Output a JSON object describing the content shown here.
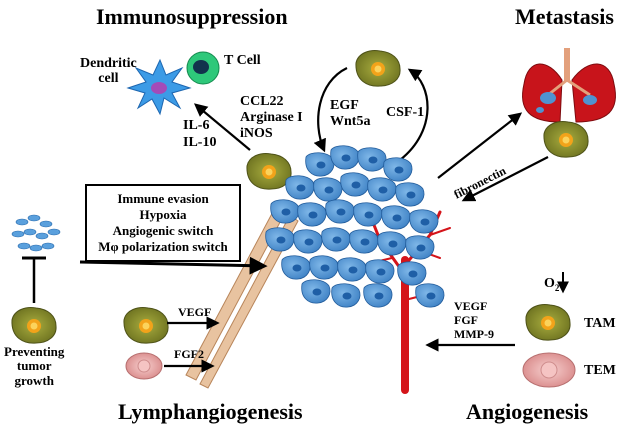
{
  "headings": {
    "top_left": "Immunosuppression",
    "top_right": "Metastasis",
    "bottom_left": "Lymphangiogenesis",
    "bottom_right": "Angiogenesis"
  },
  "cells": {
    "dendritic": "Dendritic\ncell",
    "t_cell": "T Cell",
    "tam": "TAM",
    "tem": "TEM"
  },
  "factors": {
    "immunosuppression": [
      "CCL22",
      "Arginase I",
      "iNOS"
    ],
    "interleukins": [
      "IL-6",
      "IL-10"
    ],
    "tumor_in": [
      "EGF",
      "Wnt5a"
    ],
    "tumor_out": "CSF-1",
    "metastasis": "fibronectin",
    "lymph_vegf": "VEGF",
    "lymph_fgf2": "FGF2",
    "angio": [
      "VEGF",
      "FGF",
      "MMP-9"
    ],
    "oxygen": "O",
    "oxygen_sub": "2"
  },
  "box_items": [
    "Immune evasion",
    "Hypoxia",
    "Angiogenic switch",
    "Mφ polarization switch"
  ],
  "preventing": "Preventing\ntumor\ngrowth",
  "colors": {
    "macrophage": "#8a8f2c",
    "macrophage_core": "#f2a31a",
    "tumor": "#4f93d1",
    "tumor_nucleus": "#1f5fa6",
    "vessel": "#d4141a",
    "lymph": "#e8c3a0",
    "tem": "#e9a6a6",
    "tcell": "#2ec87a",
    "dendritic": "#3c9be6",
    "lung": "#c8141b"
  }
}
